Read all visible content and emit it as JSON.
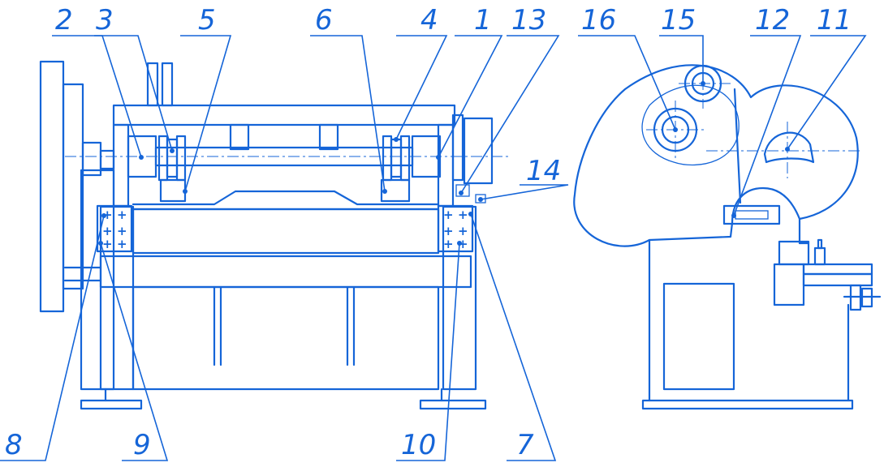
{
  "drawing": {
    "stroke_color": "#1565d8",
    "background": "#ffffff"
  },
  "callouts": {
    "c1": "1",
    "c2": "2",
    "c3": "3",
    "c4": "4",
    "c5": "5",
    "c6": "6",
    "c7": "7",
    "c8": "8",
    "c9": "9",
    "c10": "10",
    "c11": "11",
    "c12": "12",
    "c13": "13",
    "c14": "14",
    "c15": "15",
    "c16": "16"
  }
}
